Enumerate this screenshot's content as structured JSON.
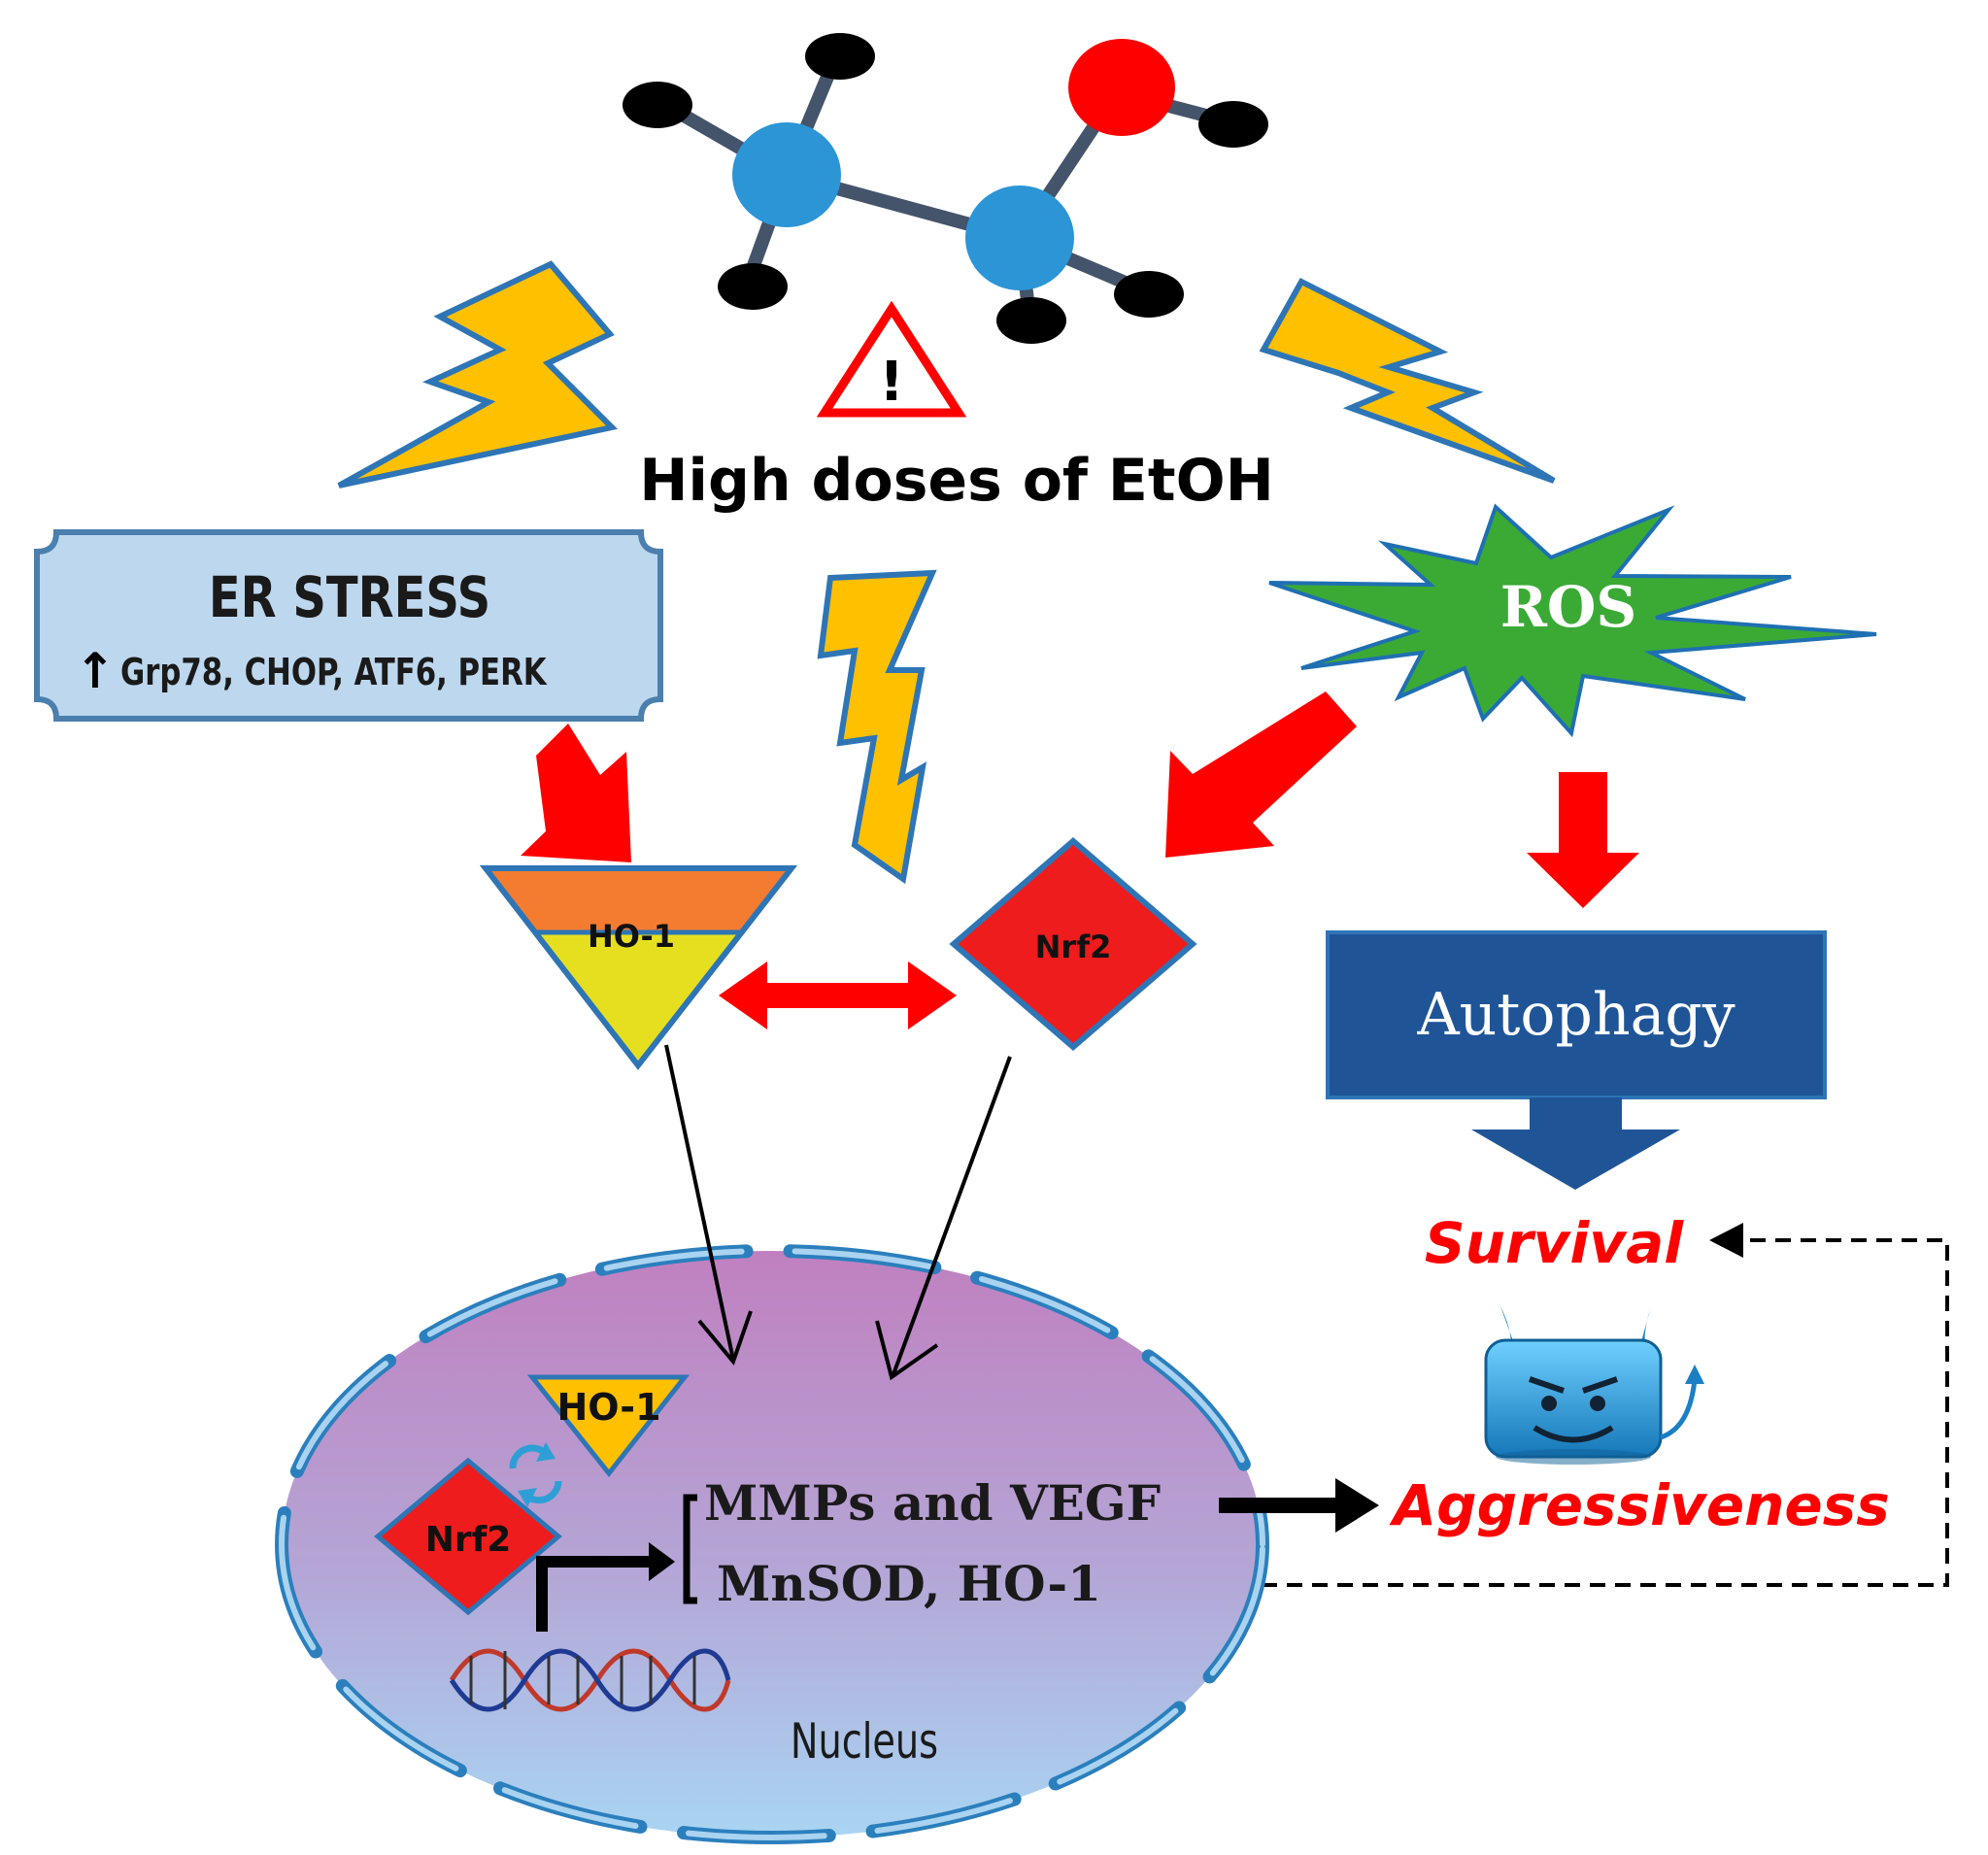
{
  "title": "High doses of EtOH",
  "er_stress": {
    "title": "ER STRESS",
    "arrow": "↑",
    "markers": "Grp78, CHOP, ATF6, PERK"
  },
  "ros_label": "ROS",
  "ho1_label": "HO-1",
  "nrf2_label": "Nrf2",
  "autophagy_label": "Autophagy",
  "survival_label": "Survival",
  "aggressiveness_label": "Aggressiveness",
  "nucleus": {
    "label": "Nucleus",
    "ho1_label": "HO-1",
    "nrf2_label": "Nrf2",
    "genes_line1": "MMPs and VEGF",
    "genes_line2": "MnSOD, HO-1"
  },
  "icons": {
    "molecule": "ethanol-molecule-icon",
    "warning": "warning-triangle-icon",
    "lightning": "lightning-bolt-icon",
    "dna": "dna-helix-icon",
    "cycle": "cycle-arrows-icon",
    "devil": "devil-face-icon"
  },
  "colors": {
    "arrow_red": "#ff0000",
    "lightning_fill": "#ffc000",
    "lightning_stroke": "#2e75b6",
    "er_box": "#bdd7ee",
    "ros_fill": "#3aaa35",
    "autophagy_fill": "#1f5597",
    "ho1_top": "#f47c30",
    "ho1_bottom": "#e6df20",
    "nrf2_fill": "#ee1c1c",
    "nucleus_top": "#c583c0",
    "nucleus_bottom": "#a9d3f0"
  }
}
